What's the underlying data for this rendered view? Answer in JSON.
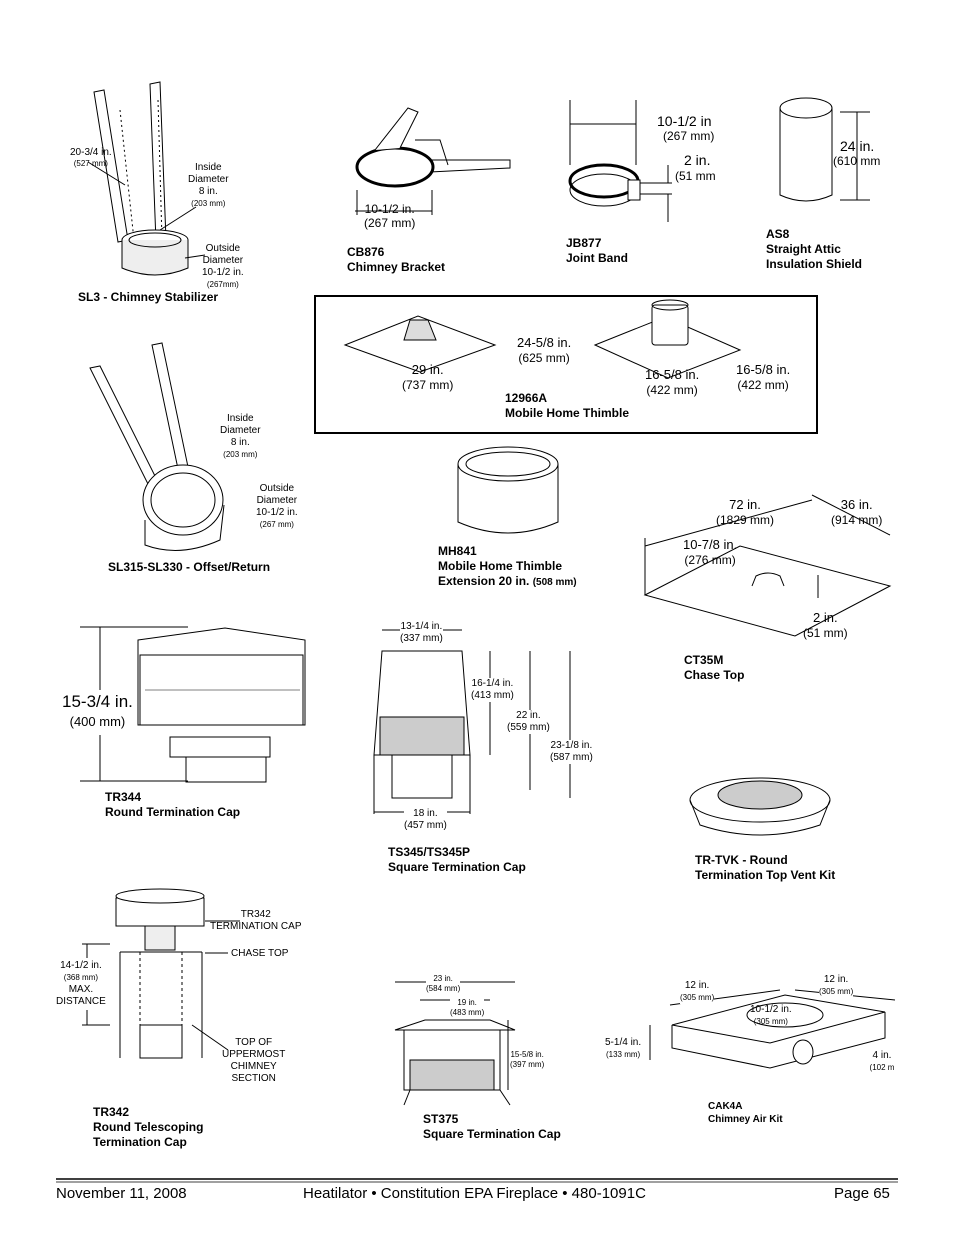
{
  "items": {
    "sl3": {
      "name": "SL3 - Chimney Stabilizer",
      "len_in": "20-3/4 in.",
      "len_mm": "(527 mm)",
      "id_l1": "Inside",
      "id_l2": "Diameter",
      "id_l3": "8 in.",
      "id_mm": "(203 mm)",
      "od_l1": "Outside",
      "od_l2": "Diameter",
      "od_l3": "10-1/2 in.",
      "od_mm": "(267mm)"
    },
    "cb876": {
      "code": "CB876",
      "name": "Chimney Bracket",
      "dim_in": "10-1/2 in.",
      "dim_mm": "(267 mm)"
    },
    "jb877": {
      "code": "JB877",
      "name": "Joint Band",
      "dia_in": "10-1/2 in",
      "dia_mm": "(267 mm)",
      "h_in": "2 in.",
      "h_mm": "(51 mm"
    },
    "as8": {
      "code": "AS8",
      "name_l1": "Straight Attic",
      "name_l2": "Insulation Shield",
      "h_in": "24 in.",
      "h_mm": "(610 mm"
    },
    "m12966a": {
      "code": "12966A",
      "name": "Mobile Home Thimble",
      "d1_in": "24-5/8 in.",
      "d1_mm": "(625 mm)",
      "d2_in": "29 in.",
      "d2_mm": "(737 mm)",
      "d3_in": "16-5/8 in.",
      "d3_mm": "(422 mm)",
      "d4_in": "16-5/8 in.",
      "d4_mm": "(422 mm)"
    },
    "sl315": {
      "name": "SL315-SL330 - Offset/Return",
      "id_l1": "Inside",
      "id_l2": "Diameter",
      "id_l3": "8 in.",
      "id_mm": "(203 mm)",
      "od_l1": "Outside",
      "od_l2": "Diameter",
      "od_l3": "10-1/2 in.",
      "od_mm": "(267 mm)"
    },
    "mh841": {
      "code": "MH841",
      "name_l1": "Mobile Home Thimble",
      "name_l2": "Extension 20 in.",
      "name_mm": "(508 mm)"
    },
    "ct35m": {
      "code": "CT35M",
      "name": "Chase Top",
      "w_in": "72 in.",
      "w_mm": "(1829 mm)",
      "d_in": "36 in.",
      "d_mm": "(914 mm)",
      "c_in": "10-7/8 in.",
      "c_mm": "(276 mm)",
      "h_in": "2 in.",
      "h_mm": "(51 mm)"
    },
    "tr344": {
      "code": "TR344",
      "name": "Round Termination Cap",
      "h_in": "15-3/4 in.",
      "h_mm": "(400 mm)"
    },
    "ts345": {
      "code": "TS345/TS345P",
      "name": "Square Termination Cap",
      "top_in": "13-1/4 in.",
      "top_mm": "(337 mm)",
      "a_in": "16-1/4 in.",
      "a_mm": "(413 mm)",
      "b_in": "22 in.",
      "b_mm": "(559 mm)",
      "c_in": "23-1/8 in.",
      "c_mm": "(587 mm)",
      "w_in": "18 in.",
      "w_mm": "(457 mm)"
    },
    "trtvk": {
      "name_l1": "TR-TVK - Round",
      "name_l2": "Termination Top Vent Kit"
    },
    "tr342": {
      "code": "TR342",
      "name_l1": "Round Telescoping",
      "name_l2": "Termination Cap",
      "cap_l1": "TR342",
      "cap_l2": "TERMINATION CAP",
      "chase": "CHASE TOP",
      "top_l1": "TOP OF",
      "top_l2": "UPPERMOST",
      "top_l3": "CHIMNEY",
      "top_l4": "SECTION",
      "d_in": "14-1/2 in.",
      "d_mm": "(368 mm)",
      "d_l3": "MAX.",
      "d_l4": "DISTANCE"
    },
    "st375": {
      "code": "ST375",
      "name": "Square Termination Cap",
      "w1_in": "23 in.",
      "w1_mm": "(584 mm)",
      "w2_in": "19 in.",
      "w2_mm": "(483 mm)",
      "h_in": "15-5/8 in.",
      "h_mm": "(397 mm)"
    },
    "cak4a": {
      "code": "CAK4A",
      "name": "Chimney Air Kit",
      "a_in": "12 in.",
      "a_mm": "(305 mm)",
      "b_in": "12 in.",
      "b_mm": "(305 mm)",
      "c_in": "10-1/2 in.",
      "c_mm": "(305 mm)",
      "h_in": "5-1/4 in.",
      "h_mm": "(133 mm)",
      "d_in": "4 in.",
      "d_mm": "(102 m"
    }
  },
  "footer": {
    "date": "November 11, 2008",
    "title": "Heatilator • Constitution EPA Fireplace • 480-1091C",
    "page": "Page  65"
  }
}
